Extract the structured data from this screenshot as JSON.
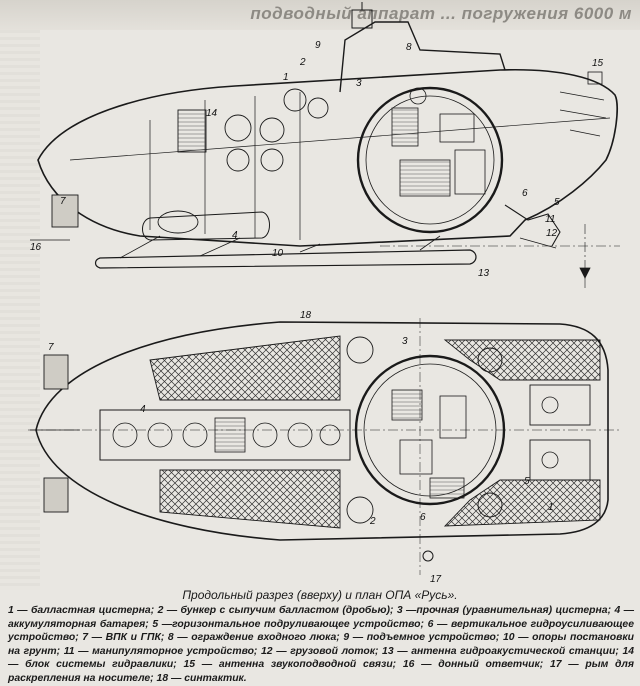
{
  "header": {
    "title": "подводный аппарат ... погружения 6000 м"
  },
  "caption": {
    "title": "Продольный разрез (вверху) и план ОПА «Русь»."
  },
  "callouts": {
    "section": [
      "1",
      "2",
      "3",
      "4",
      "5",
      "6",
      "7",
      "8",
      "9",
      "10",
      "11",
      "12",
      "13",
      "14",
      "15",
      "16"
    ],
    "plan": [
      "1",
      "2",
      "3",
      "4",
      "5",
      "6",
      "7",
      "17",
      "18"
    ]
  },
  "legend": [
    "1 — балластная цистерна;",
    "2 — бункер с сыпучим балластом (дробью);",
    "3 —прочная (уравнительная) цистерна;",
    "4 — аккумуляторная батарея;",
    "5 —горизонтальное подруливающее устройство;",
    "6 — вертикальное гидроусиливающее устройство;",
    "7 — ВПК и ГПК;",
    "8 — ограждение входного люка;",
    "9 — подъемное устройство;",
    "10 — опоры постановки на грунт;",
    "11 — манипуляторное устройство;",
    "12 — грузовой лоток;",
    "13 — антенна гидроакустической станции;",
    "14 — блок системы гидравлики;",
    "15 — антенна звукоподводной связи;",
    "16 — донный ответчик;",
    "17 — рым для раскрепления на носителе;",
    "18 — синтактик."
  ]
}
